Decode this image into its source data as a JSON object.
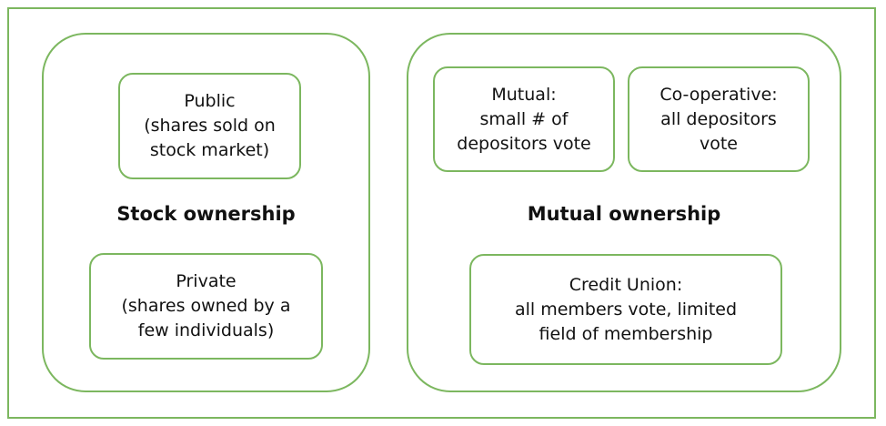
{
  "stock_group": {
    "title": "Stock ownership",
    "public": {
      "lines": [
        "Public",
        "(shares sold on",
        "stock market)"
      ]
    },
    "private": {
      "lines": [
        "Private",
        "(shares owned by a",
        "few individuals)"
      ]
    }
  },
  "mutual_group": {
    "title": "Mutual ownership",
    "mutual": {
      "lines": [
        "Mutual:",
        "small # of",
        "depositors vote"
      ]
    },
    "cooperative": {
      "lines": [
        "Co-operative:",
        "all depositors",
        "vote"
      ]
    },
    "credit_union": {
      "lines": [
        "Credit Union:",
        "all members vote, limited",
        "field of membership"
      ]
    }
  },
  "colors": {
    "border": "#7cb75f",
    "text": "#111111",
    "background": "#ffffff"
  }
}
